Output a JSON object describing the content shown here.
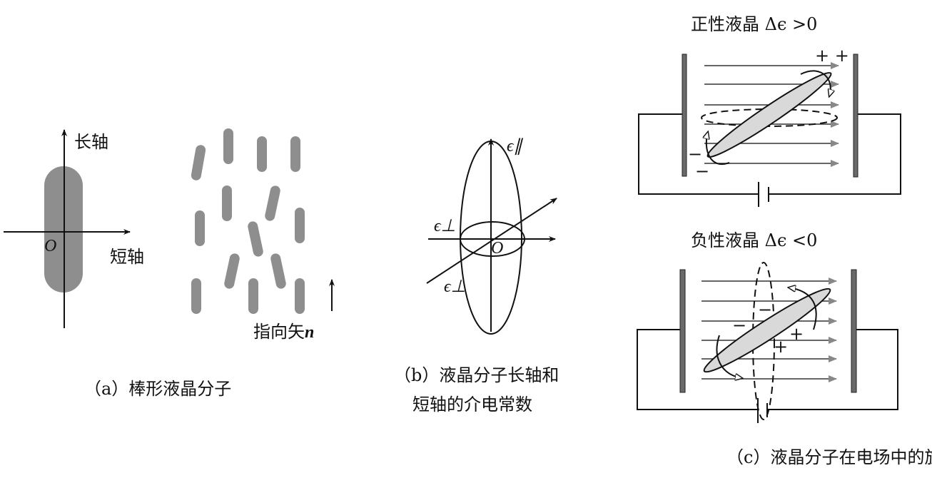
{
  "part_a": {
    "long_axis_label": "长轴",
    "short_axis_label": "短轴",
    "origin_label": "O",
    "director_label": "指向矢",
    "director_symbol": "n",
    "caption": "（a）棒形液晶分子"
  },
  "part_b": {
    "eps_parallel": "ϵ∥",
    "eps_perp_1": "ϵ⊥",
    "eps_perp_2": "ϵ⊥",
    "origin_label": "O",
    "caption_line1": "（b）液晶分子长轴和",
    "caption_line2": "短轴的介电常数"
  },
  "part_c": {
    "positive_title": "正性液晶 Δϵ >0",
    "negative_title": "负性液晶 Δϵ <0",
    "plus_plus": "+ +",
    "minus": "−",
    "plus": "+",
    "caption": "（c）液晶分子在电场中的旋转"
  },
  "colors": {
    "rod": "#8e8e8e",
    "ellipse_fill": "#d9d9d9",
    "arrow": "#888888",
    "plate": "#6a6a6a"
  }
}
